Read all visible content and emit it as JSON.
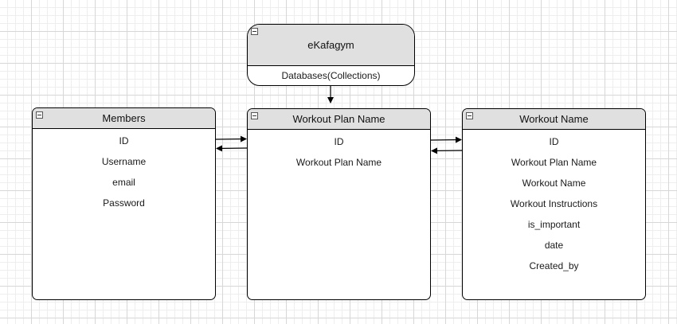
{
  "root": {
    "title": "eKafagym",
    "subtitle": "Databases(Collections)"
  },
  "tables": [
    {
      "id": "members",
      "title": "Members",
      "fields": [
        "ID",
        "Username",
        "email",
        "Password"
      ]
    },
    {
      "id": "plans",
      "title": "Workout Plan Name",
      "fields": [
        "ID",
        "Workout Plan Name"
      ]
    },
    {
      "id": "workouts",
      "title": "Workout Name",
      "fields": [
        "ID",
        "Workout Plan Name",
        "Workout Name",
        "Workout Instructions",
        "is_important",
        "date",
        "Created_by"
      ]
    }
  ],
  "colors": {
    "header_fill": "#e0e0e0",
    "border": "#000000",
    "grid_major": "#d7d7d7",
    "grid_minor": "#eeeeee"
  },
  "icons": {
    "collapse": "collapse-minus-icon",
    "arrow": "arrowhead-icon"
  }
}
